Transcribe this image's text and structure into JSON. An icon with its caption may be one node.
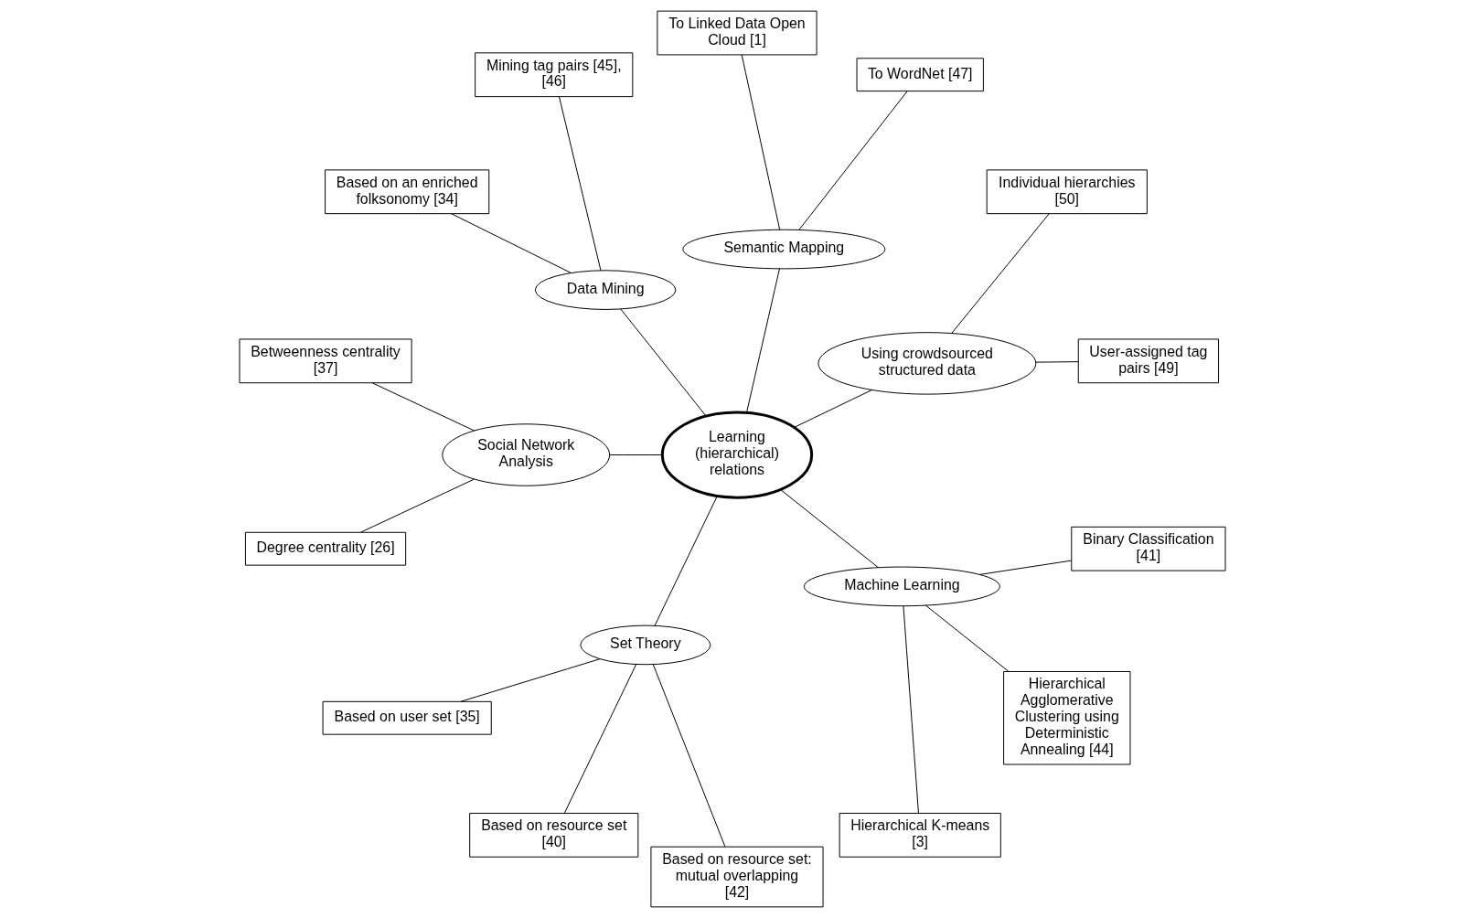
{
  "diagram": {
    "nodes": [
      {
        "text": [
          "Learning (hierarchical) relations"
        ]
      },
      {
        "text": [
          "Using crowdsourced structured data"
        ]
      },
      {
        "text": [
          "User-assigned tag pairs [49]"
        ]
      },
      {
        "text": [
          "Individual hierarchies [50]"
        ]
      },
      {
        "text": [
          "Semantic Mapping"
        ]
      },
      {
        "text": [
          "To WordNet [47]"
        ]
      },
      {
        "text": [
          "To Linked Data Open Cloud [1]"
        ]
      },
      {
        "text": [
          "Data Mining"
        ]
      },
      {
        "text": [
          "Mining tag pairs [45], [46]"
        ]
      },
      {
        "text": [
          "Based on an enriched folksonomy [34]"
        ]
      },
      {
        "text": [
          "Social Network Analysis"
        ]
      },
      {
        "text": [
          "Betweenness centrality [37]"
        ]
      },
      {
        "text": [
          "Degree centrality [26]"
        ]
      },
      {
        "text": [
          "Set Theory"
        ]
      },
      {
        "text": [
          "Based on user set [35]"
        ]
      },
      {
        "text": [
          "Based on resource set [40]"
        ]
      },
      {
        "text": [
          "Based on resource set: mutual overlapping [42]"
        ]
      },
      {
        "text": [
          "Machine Learning"
        ]
      },
      {
        "text": [
          "Hierarchical K-means [3]"
        ]
      },
      {
        "text": [
          "Hierarchical Agglomerative Clustering using Deterministic Annealing [44]"
        ]
      },
      {
        "text": [
          "Binary Classification [41]"
        ]
      }
    ],
    "edges": [
      {
        "from": 0,
        "to": 1,
        "arrow": "none"
      },
      {
        "from": 1,
        "to": 2,
        "arrow": "none"
      },
      {
        "from": 1,
        "to": 3,
        "arrow": "none"
      },
      {
        "from": 0,
        "to": 4,
        "arrow": "none"
      },
      {
        "from": 4,
        "to": 5,
        "arrow": "none"
      },
      {
        "from": 4,
        "to": 6,
        "arrow": "none"
      },
      {
        "from": 0,
        "to": 7,
        "arrow": "none"
      },
      {
        "from": 7,
        "to": 8,
        "arrow": "none"
      },
      {
        "from": 7,
        "to": 9,
        "arrow": "none"
      },
      {
        "from": 0,
        "to": 10,
        "arrow": "none"
      },
      {
        "from": 10,
        "to": 11,
        "arrow": "none"
      },
      {
        "from": 10,
        "to": 12,
        "arrow": "none"
      },
      {
        "from": 0,
        "to": 13,
        "arrow": "none"
      },
      {
        "from": 13,
        "to": 14,
        "arrow": "none"
      },
      {
        "from": 13,
        "to": 15,
        "arrow": "none"
      },
      {
        "from": 13,
        "to": 16,
        "arrow": "none"
      },
      {
        "from": 0,
        "to": 17,
        "arrow": "none"
      },
      {
        "from": 17,
        "to": 18,
        "arrow": "none"
      },
      {
        "from": 17,
        "to": 19,
        "arrow": "none"
      },
      {
        "from": 17,
        "to": 20,
        "arrow": "none"
      }
    ]
  }
}
